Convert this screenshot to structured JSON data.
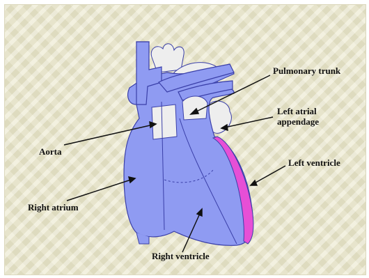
{
  "labels": {
    "pulmonary_trunk": "Pulmonary trunk",
    "left_atrial_appendage_line1": "Left atrial",
    "left_atrial_appendage_line2": "appendage",
    "aorta": "Aorta",
    "left_ventricle": "Left ventricle",
    "right_atrium": "Right atrium",
    "right_ventricle": "Right ventricle"
  },
  "colors": {
    "background": "#e9e6c9",
    "heart_fill": "#8f9bf2",
    "heart_outline": "#3a3fa8",
    "vessel_white": "#eeeeee",
    "left_ventricle_wall": "#e64fd6",
    "pointer_line": "#111111"
  }
}
